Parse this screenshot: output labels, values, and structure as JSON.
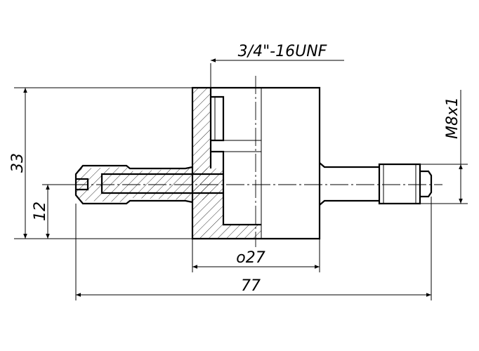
{
  "drawing": {
    "line_color": "#000000",
    "background": "#ffffff",
    "dimensions": {
      "thread_spec": "3/4\"-16UNF",
      "height_total": "33",
      "height_offset": "12",
      "diameter": "o27",
      "length_total": "77",
      "thread_small": "M8x1"
    }
  }
}
